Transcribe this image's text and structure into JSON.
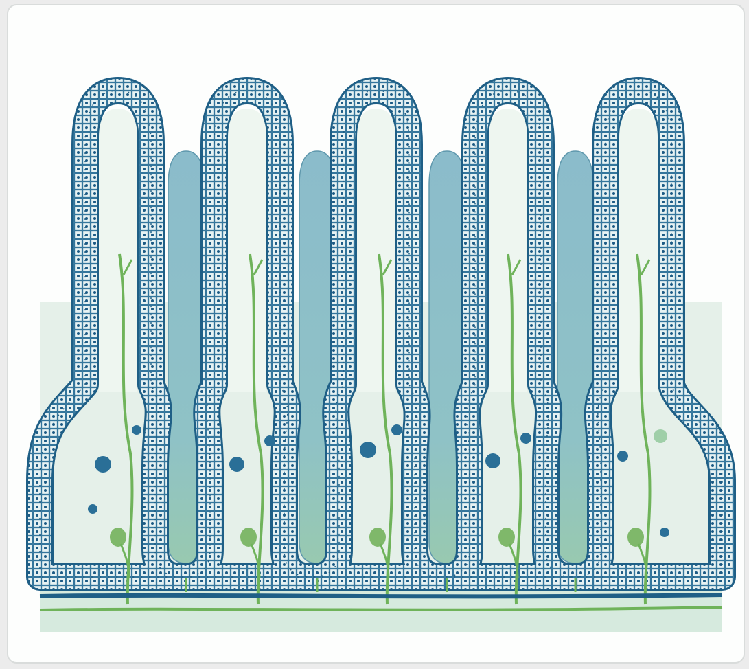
{
  "diagram": {
    "subject": "",
    "villus_count": 5,
    "crypt_count": 4,
    "nerve_fiber_count": 5,
    "colors": {
      "background": "#fdfefd",
      "card_border": "#d9dcdb",
      "epithelium_outline": "#1f5f86",
      "epithelium_cell_fill": "#e4f1f2",
      "epithelium_cell_border": "#2a6f97",
      "epithelium_nucleus": "#1b5a84",
      "lamina_propria": "#e3efe8",
      "lumen_fill": "#eef6f0",
      "crypt_fill": "#8fbfcf",
      "crypt_fill_bottom": "#9acbb2",
      "nerve_green": "#6fb35a",
      "dot_blue": "#2a6f97",
      "muscularis_blue": "#1f5f86",
      "muscularis_green": "#6fb35a",
      "base_fill": "#d7ebdf"
    },
    "icons": [
      "villus",
      "crypt",
      "nerve-fiber",
      "blood-cell",
      "muscularis-layer"
    ]
  }
}
